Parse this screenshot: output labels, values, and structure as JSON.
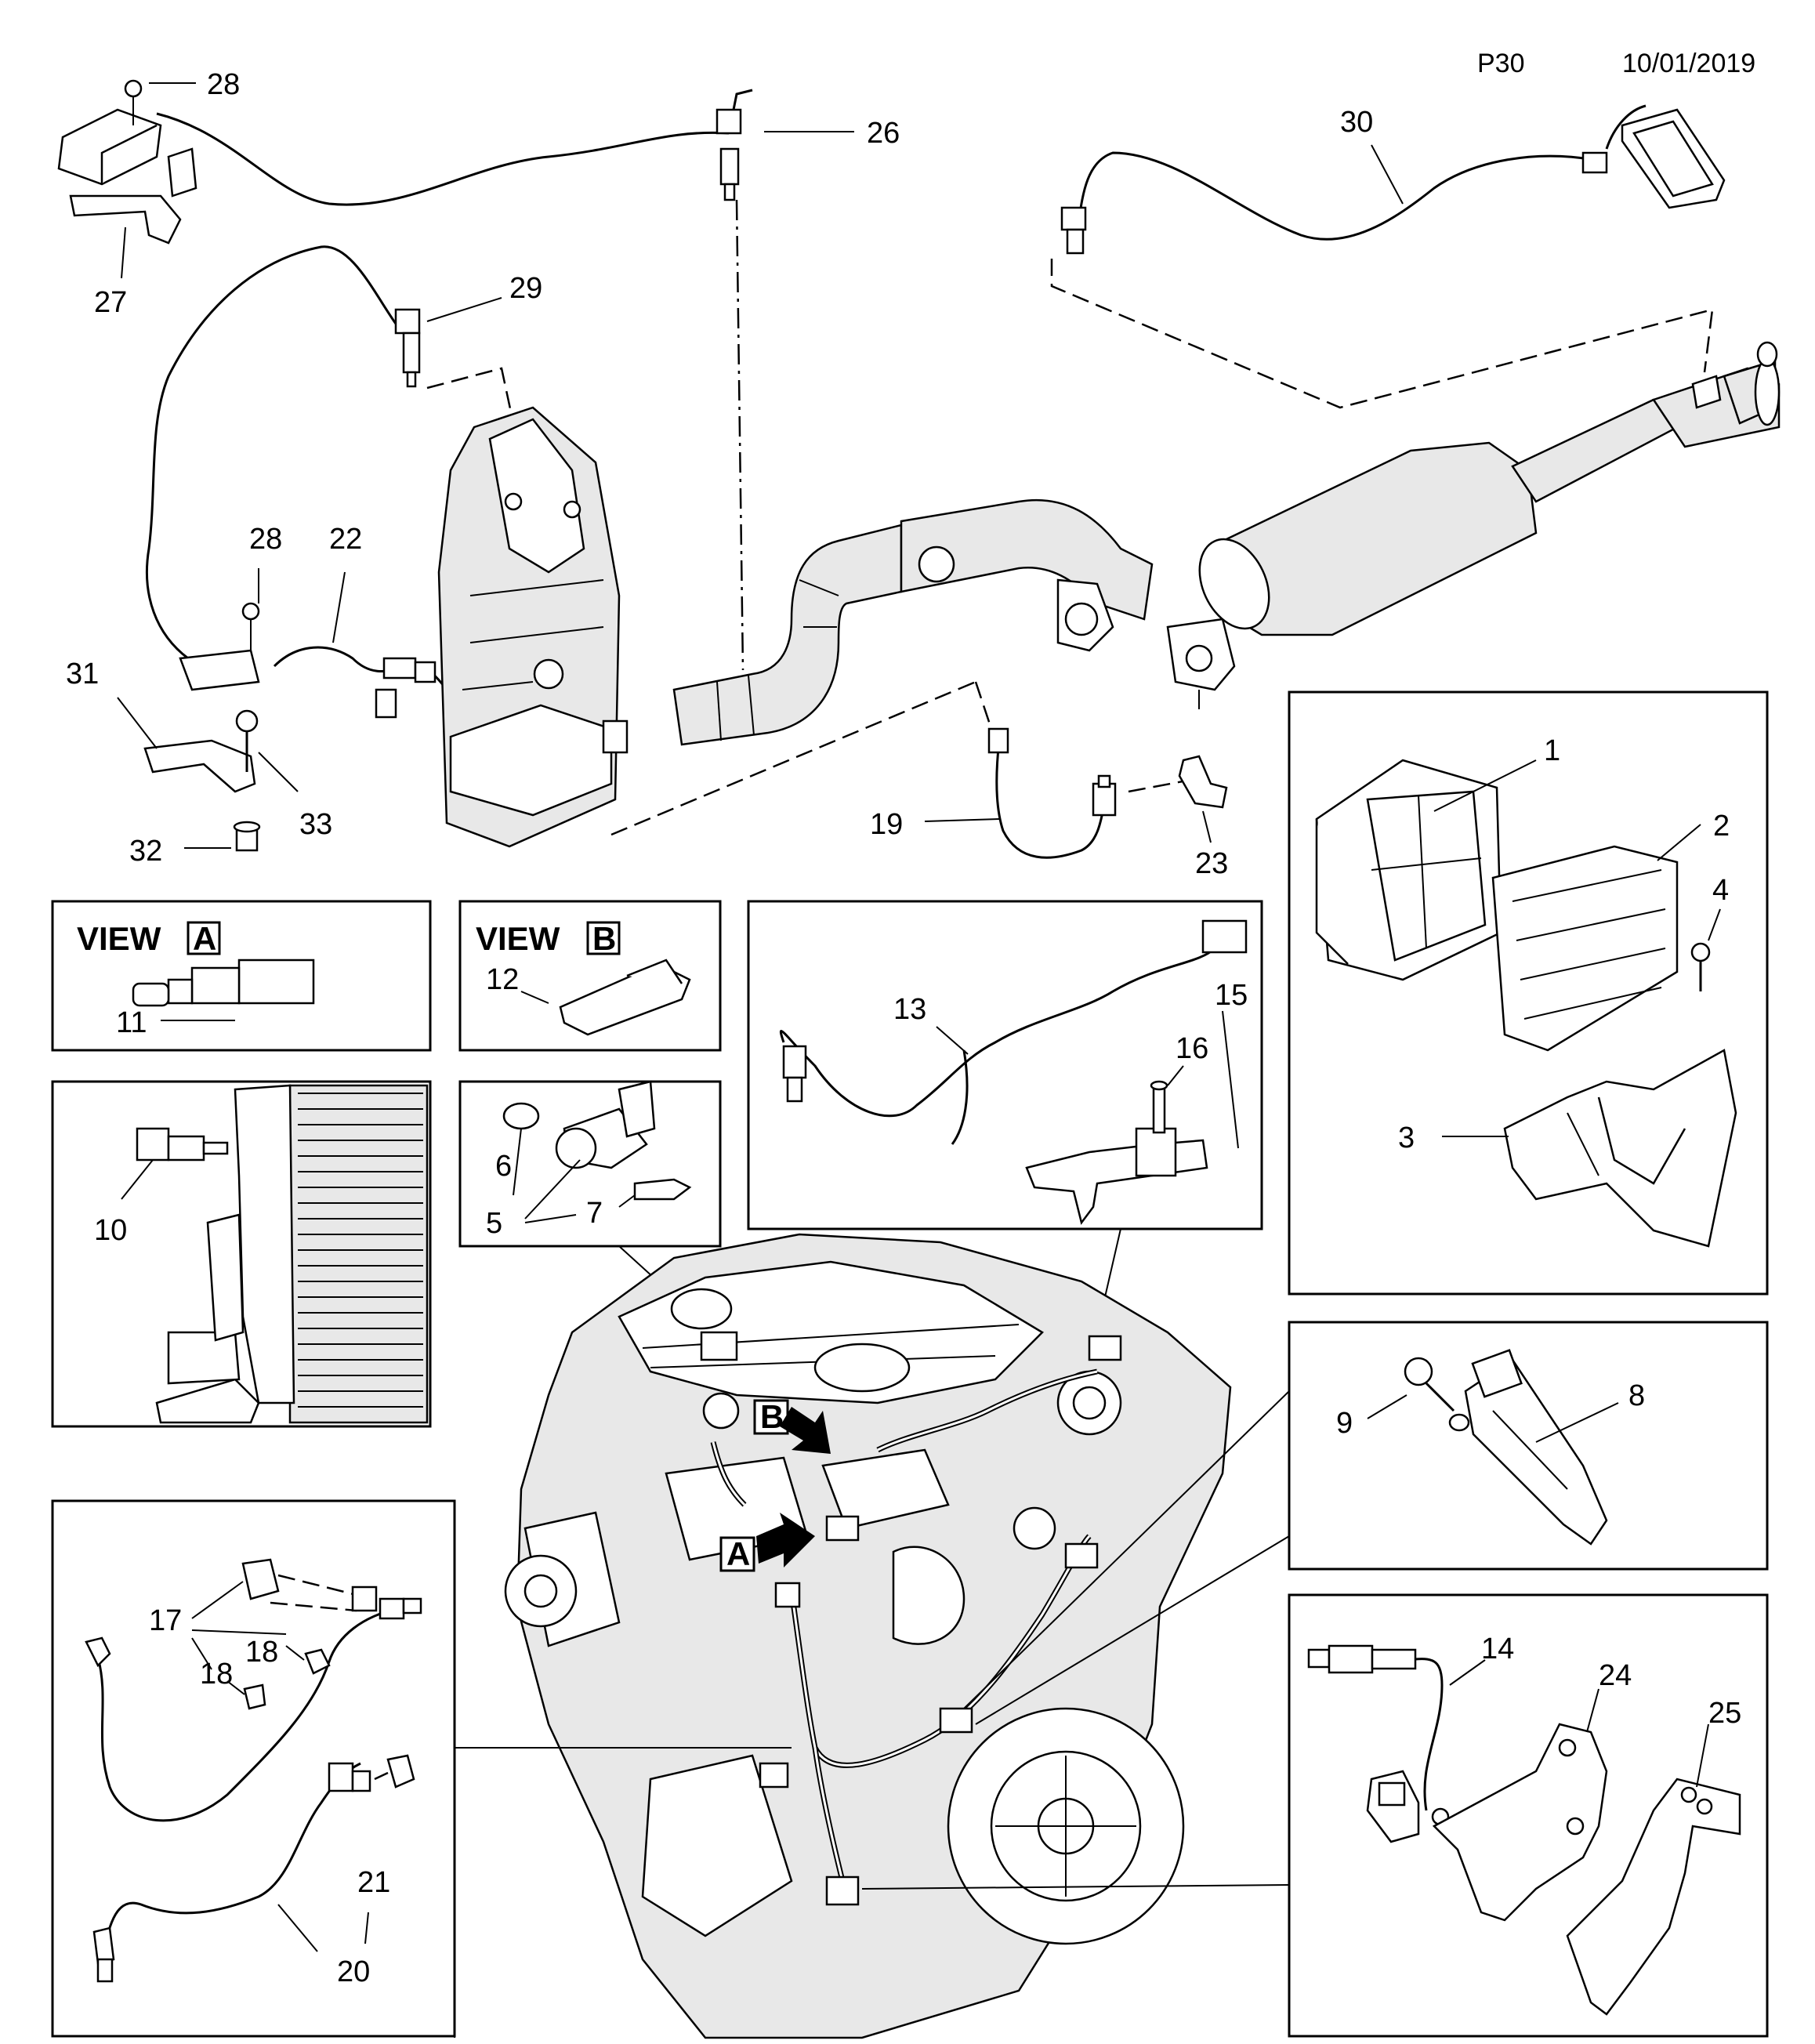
{
  "header": {
    "page_code": "P30",
    "date": "10/01/2019"
  },
  "views": {
    "view_a": {
      "word": "VIEW",
      "letter": "A"
    },
    "view_b": {
      "word": "VIEW",
      "letter": "B"
    }
  },
  "markers": {
    "a": "A",
    "b": "B"
  },
  "callouts": {
    "c1": "1",
    "c2": "2",
    "c3": "3",
    "c4": "4",
    "c5": "5",
    "c6": "6",
    "c7": "7",
    "c8": "8",
    "c9": "9",
    "c10": "10",
    "c11": "11",
    "c12": "12",
    "c13": "13",
    "c14": "14",
    "c15": "15",
    "c16": "16",
    "c17": "17",
    "c18a": "18",
    "c18b": "18",
    "c19": "19",
    "c20": "20",
    "c21": "21",
    "c22": "22",
    "c23": "23",
    "c24": "24",
    "c25": "25",
    "c26": "26",
    "c27": "27",
    "c28a": "28",
    "c28b": "28",
    "c29": "29",
    "c30": "30",
    "c31": "31",
    "c32": "32",
    "c33": "33"
  }
}
